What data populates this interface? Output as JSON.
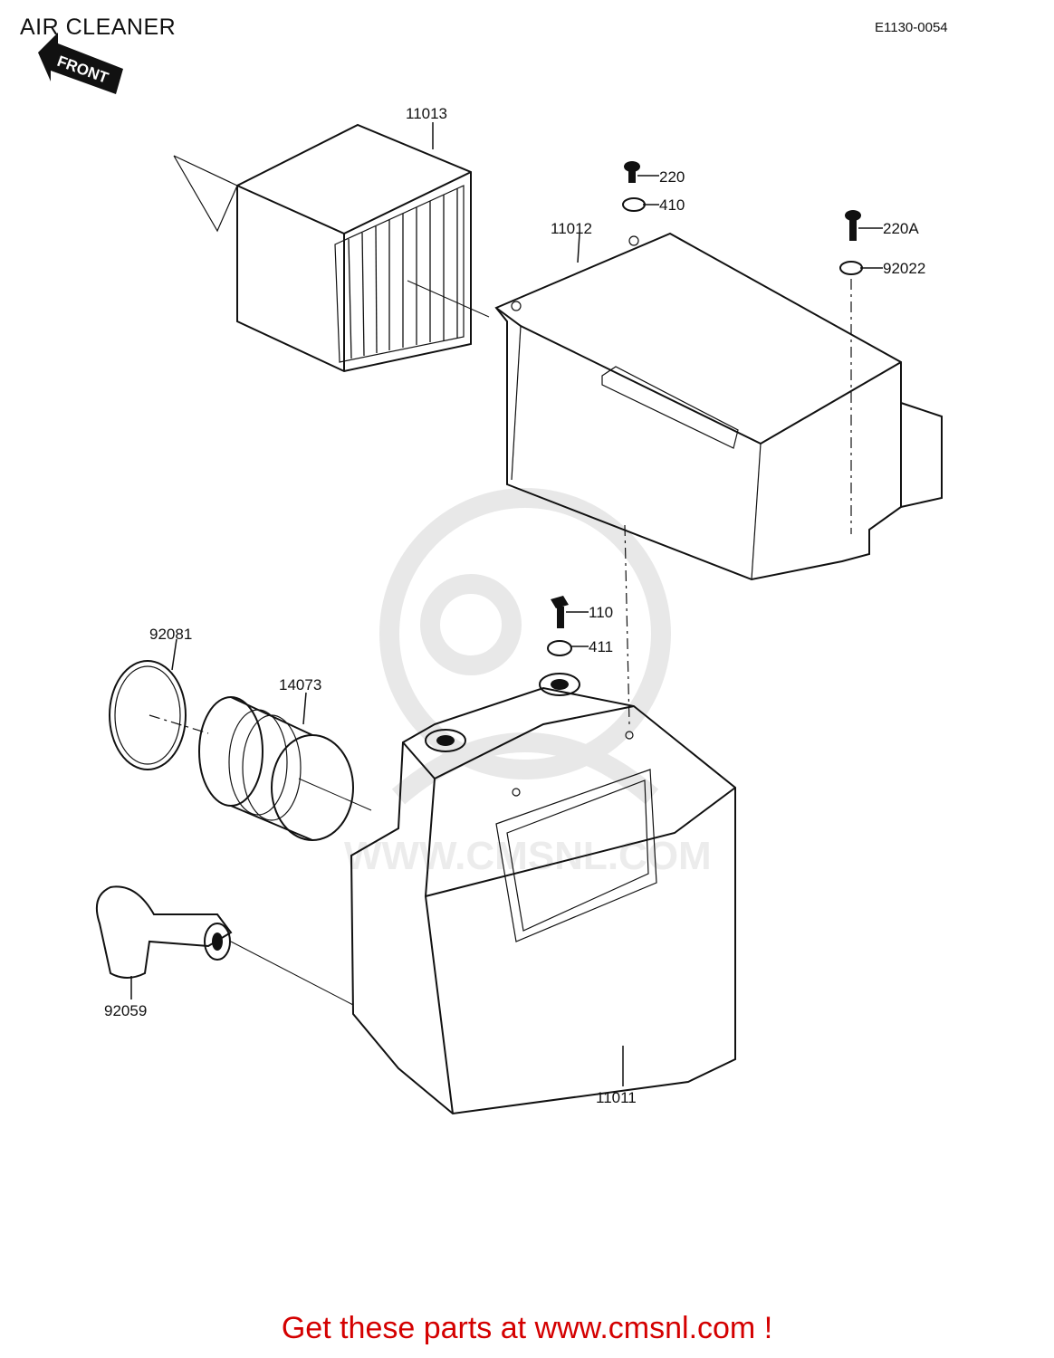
{
  "header": {
    "title": "AIR CLEANER",
    "diagram_code": "E1130-0054"
  },
  "direction_arrow": {
    "label": "FRONT",
    "icon": "front-arrow-icon"
  },
  "watermark": {
    "text": "WWW.CMSNL.COM",
    "logo": "cmsnl-mascot-logo"
  },
  "parts": [
    {
      "number": "11013"
    },
    {
      "number": "220"
    },
    {
      "number": "410"
    },
    {
      "number": "11012"
    },
    {
      "number": "220A"
    },
    {
      "number": "92022"
    },
    {
      "number": "110"
    },
    {
      "number": "411"
    },
    {
      "number": "92081"
    },
    {
      "number": "14073"
    },
    {
      "number": "92059"
    },
    {
      "number": "11011"
    }
  ],
  "footer": {
    "link_text": "Get these parts at www.cmsnl.com !",
    "color": "#d40000"
  }
}
